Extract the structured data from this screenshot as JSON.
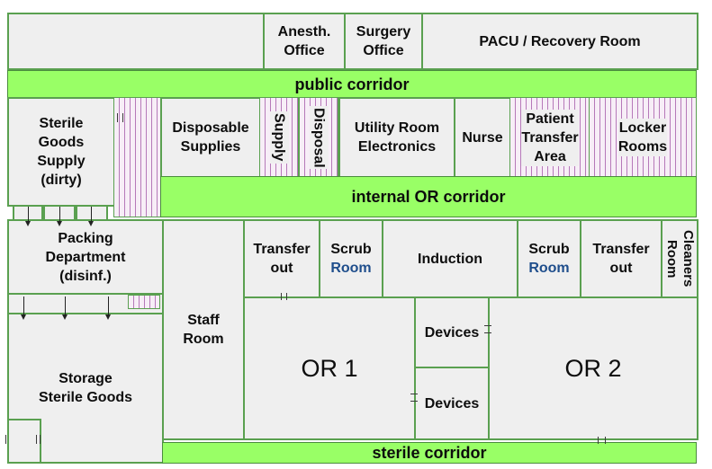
{
  "colors": {
    "wall": "#5aa050",
    "room_fill": "#efefef",
    "corridor_fill": "#99ff66",
    "hatch": "#b679b9",
    "text": "#0d0d0d",
    "room_word": "#1f4e8c"
  },
  "corridors": {
    "public": "public corridor",
    "internal": "internal OR corridor",
    "sterile": "sterile corridor"
  },
  "rooms": {
    "anesth_office": "Anesth.\nOffice",
    "surgery_office": "Surgery\nOffice",
    "pacu": "PACU / Recovery Room",
    "sterile_goods_supply": "Sterile\nGoods\nSupply\n(dirty)",
    "disposable_supplies": "Disposable\nSupplies",
    "supply": "Supply",
    "disposal": "Disposal",
    "utility_room": "Utility Room\nElectronics",
    "nurse": "Nurse",
    "patient_transfer": "Patient\nTransfer\nArea",
    "locker_rooms": "Locker\nRooms",
    "packing_department": "Packing\nDepartment\n(disinf.)",
    "staff_room": "Staff\nRoom",
    "transfer_out_1": "Transfer\nout",
    "scrub_1_word1": "Scrub",
    "scrub_1_word2": "Room",
    "induction": "Induction",
    "scrub_2_word1": "Scrub",
    "scrub_2_word2": "Room",
    "transfer_out_2": "Transfer\nout",
    "cleaners_room": "Cleaners\nRoom",
    "storage_sterile_goods": "Storage\nSterile Goods",
    "or1": "OR 1",
    "devices_1": "Devices",
    "devices_2": "Devices",
    "or2": "OR 2"
  }
}
